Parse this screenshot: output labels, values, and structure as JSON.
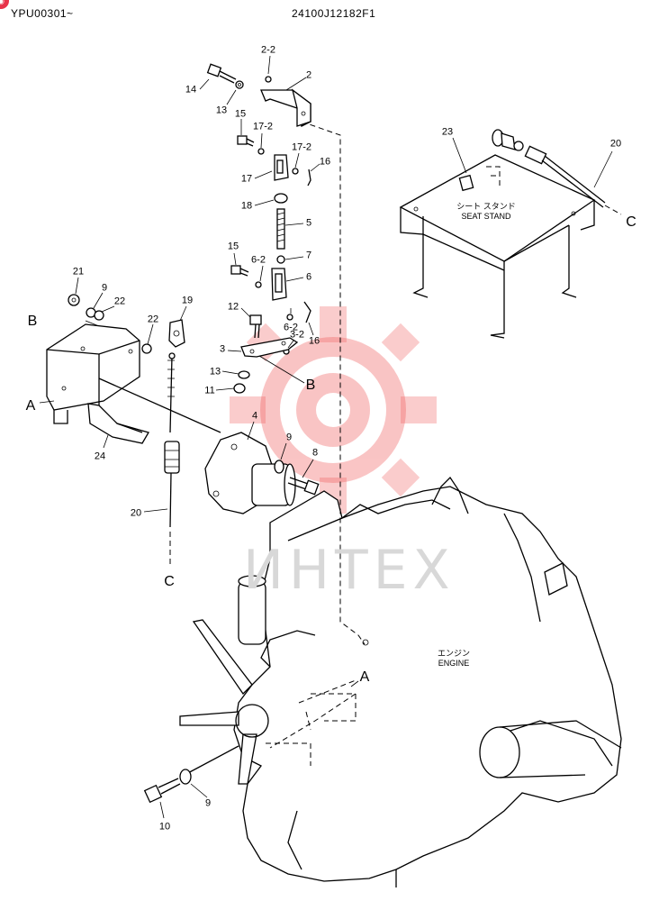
{
  "header": {
    "left_code": "YPU00301~",
    "center_code": "24100J12182F1"
  },
  "watermark": {
    "text": "ИНТЕХ",
    "color": "#f05a5a"
  },
  "notes": {
    "seat_stand_jp": "シート スタンド",
    "seat_stand_en": "SEAT STAND",
    "engine_jp": "エンジン",
    "engine_en": "ENGINE"
  },
  "parts": [
    {
      "id": "p2-2",
      "label": "2-2"
    },
    {
      "id": "p2",
      "label": "2"
    },
    {
      "id": "p14",
      "label": "14"
    },
    {
      "id": "p13a",
      "label": "13"
    },
    {
      "id": "p15a",
      "label": "15"
    },
    {
      "id": "p17-2a",
      "label": "17-2"
    },
    {
      "id": "p17-2b",
      "label": "17-2"
    },
    {
      "id": "p16a",
      "label": "16"
    },
    {
      "id": "p17",
      "label": "17"
    },
    {
      "id": "p18",
      "label": "18"
    },
    {
      "id": "p5",
      "label": "5"
    },
    {
      "id": "p15b",
      "label": "15"
    },
    {
      "id": "p6-2a",
      "label": "6-2"
    },
    {
      "id": "p7",
      "label": "7"
    },
    {
      "id": "p6",
      "label": "6"
    },
    {
      "id": "p12",
      "label": "12"
    },
    {
      "id": "p6-2b",
      "label": "6-2"
    },
    {
      "id": "p3-2",
      "label": "3-2"
    },
    {
      "id": "p16b",
      "label": "16"
    },
    {
      "id": "p3",
      "label": "3"
    },
    {
      "id": "p13b",
      "label": "13"
    },
    {
      "id": "p11",
      "label": "11"
    },
    {
      "id": "p4",
      "label": "4"
    },
    {
      "id": "p9a",
      "label": "9"
    },
    {
      "id": "p8",
      "label": "8"
    },
    {
      "id": "p21",
      "label": "21"
    },
    {
      "id": "p9b",
      "label": "9"
    },
    {
      "id": "p22a",
      "label": "22"
    },
    {
      "id": "p19",
      "label": "19"
    },
    {
      "id": "p22b",
      "label": "22"
    },
    {
      "id": "p24",
      "label": "24"
    },
    {
      "id": "p20a",
      "label": "20"
    },
    {
      "id": "p23",
      "label": "23"
    },
    {
      "id": "p20b",
      "label": "20"
    },
    {
      "id": "p10",
      "label": "10"
    },
    {
      "id": "p9c",
      "label": "9"
    }
  ],
  "refs": [
    {
      "id": "rB1",
      "label": "B"
    },
    {
      "id": "rA1",
      "label": "A"
    },
    {
      "id": "rB2",
      "label": "B"
    },
    {
      "id": "rC1",
      "label": "C"
    },
    {
      "id": "rC2",
      "label": "C"
    },
    {
      "id": "rA2",
      "label": "A"
    }
  ]
}
